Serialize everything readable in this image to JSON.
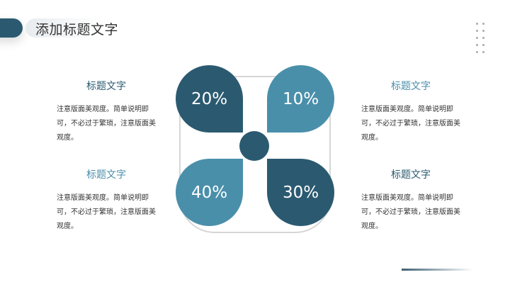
{
  "header": {
    "title": "添加标题文字"
  },
  "colors": {
    "dark": "#2b5a70",
    "light": "#4a8faa",
    "title_dark": "#2b5a70",
    "title_light": "#4a8faa"
  },
  "blocks": [
    {
      "title": "标题文字",
      "desc": "注意版面美观度。简单说明即可，不必过于繁琐，注意版面美观度。"
    },
    {
      "title": "标题文字",
      "desc": "注意版面美观度。简单说明即可，不必过于繁琐，注意版面美观度。"
    },
    {
      "title": "标题文字",
      "desc": "注意版面美观度。简单说明即可，不必过于繁琐，注意版面美观度。"
    },
    {
      "title": "标题文字",
      "desc": "注意版面美观度。简单说明即可，不必过于繁琐，注意版面美观度。"
    }
  ],
  "petals": [
    {
      "label": "20%"
    },
    {
      "label": "10%"
    },
    {
      "label": "40%"
    },
    {
      "label": "30%"
    }
  ],
  "chart_data": {
    "type": "pie",
    "categories": [
      "top-left",
      "top-right",
      "bottom-left",
      "bottom-right"
    ],
    "values": [
      20,
      10,
      40,
      30
    ],
    "title": "添加标题文字"
  }
}
